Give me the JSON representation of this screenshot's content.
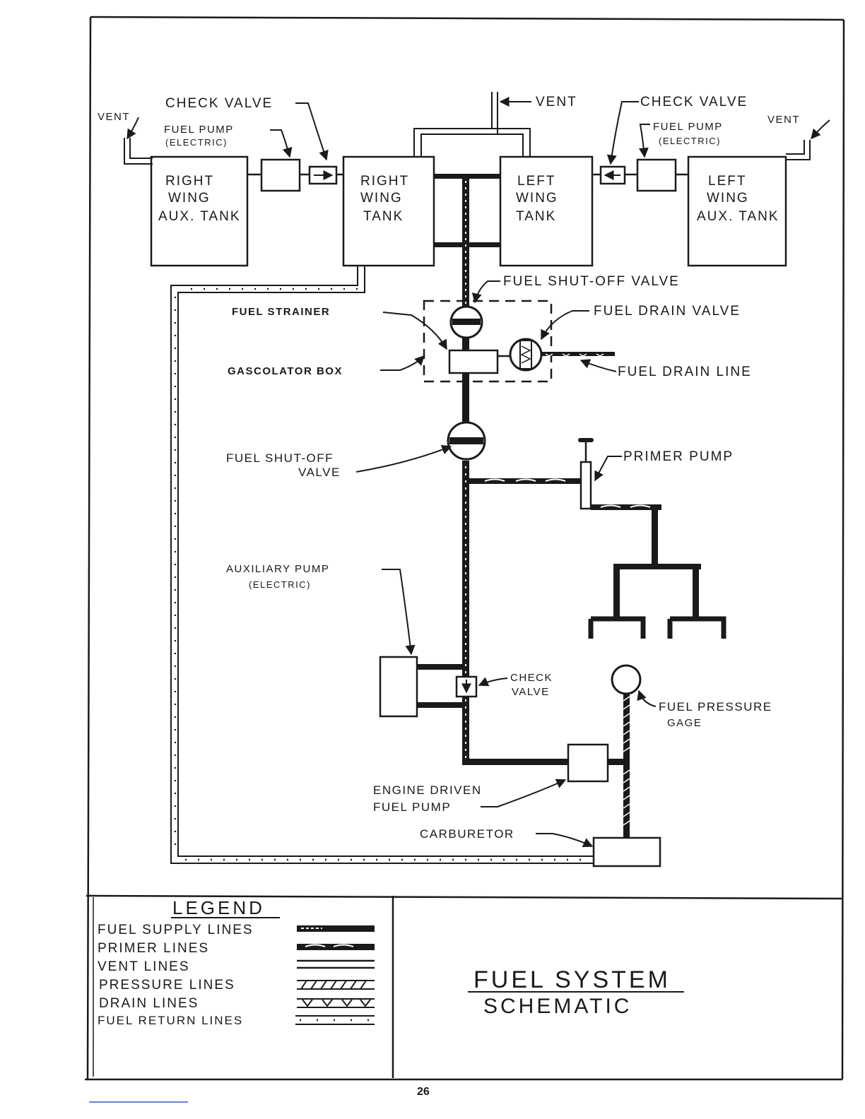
{
  "diagram": {
    "labels": {
      "vent_left": "VENT",
      "check_valve_left": "CHECK VALVE",
      "fuel_pump_left": "FUEL PUMP",
      "fuel_pump_left_sub": "(ELECTRIC)",
      "vent_center": "VENT",
      "check_valve_right": "CHECK VALVE",
      "fuel_pump_right": "FUEL PUMP",
      "fuel_pump_right_sub": "(ELECTRIC)",
      "vent_right": "VENT",
      "fuel_shutoff_valve_top": "FUEL SHUT-OFF VALVE",
      "fuel_strainer": "FUEL STRAINER",
      "fuel_drain_valve": "FUEL DRAIN VALVE",
      "gascolator_box": "GASCOLATOR BOX",
      "fuel_drain_line": "FUEL DRAIN LINE",
      "fuel_shutoff_valve_mid_1": "FUEL SHUT-OFF",
      "fuel_shutoff_valve_mid_2": "VALVE",
      "primer_pump": "PRIMER PUMP",
      "auxiliary_pump": "AUXILIARY PUMP",
      "auxiliary_pump_sub": "(ELECTRIC)",
      "check_valve_lower_1": "CHECK",
      "check_valve_lower_2": "VALVE",
      "fuel_pressure_gage_1": "FUEL PRESSURE",
      "fuel_pressure_gage_2": "GAGE",
      "engine_driven_pump_1": "ENGINE DRIVEN",
      "engine_driven_pump_2": "FUEL PUMP",
      "carburetor": "CARBURETOR"
    },
    "tanks": {
      "right_aux": [
        "RIGHT",
        "WING",
        "AUX. TANK"
      ],
      "right_wing": [
        "RIGHT",
        "WING",
        "TANK"
      ],
      "left_wing": [
        "LEFT",
        "WING",
        "TANK"
      ],
      "left_aux": [
        "LEFT",
        "WING",
        "AUX. TANK"
      ]
    }
  },
  "legend": {
    "title": "LEGEND",
    "items": [
      "FUEL SUPPLY LINES",
      "PRIMER LINES",
      "VENT LINES",
      "PRESSURE LINES",
      "DRAIN LINES",
      "FUEL RETURN LINES"
    ]
  },
  "title_block": {
    "title": "FUEL SYSTEM",
    "subtitle": "SCHEMATIC"
  },
  "page_number": "26"
}
